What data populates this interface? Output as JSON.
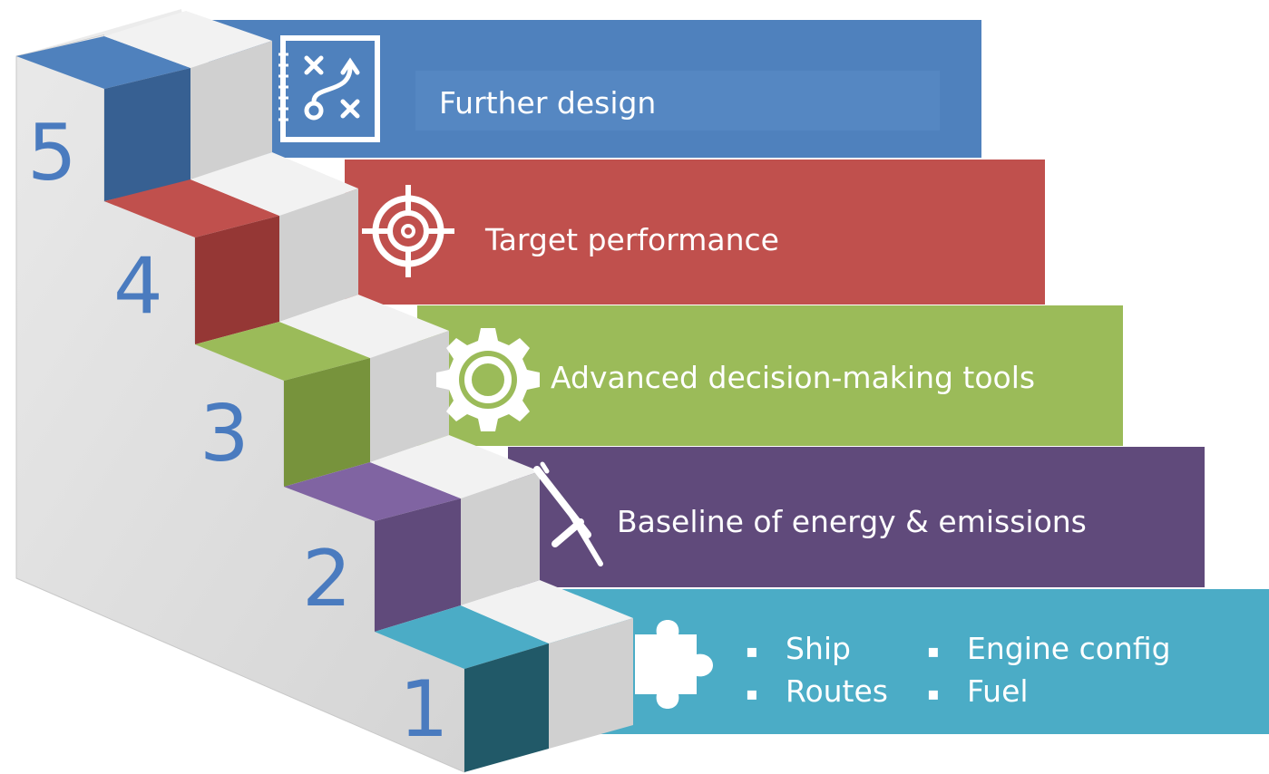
{
  "steps": [
    {
      "number": "1",
      "bullets": [
        "Ship",
        "Routes",
        "Engine config",
        "Fuel"
      ],
      "icon": "puzzle-icon",
      "color": "#4bacc6",
      "riser_color": "#215968"
    },
    {
      "number": "2",
      "label": "Baseline of energy & emissions",
      "icon": "pickaxe-icon",
      "color": "#604a7b",
      "riser_color": "#604a7b"
    },
    {
      "number": "3",
      "label": "Advanced decision-making tools",
      "icon": "gear-icon",
      "color": "#9bbb59",
      "riser_color": "#77933c"
    },
    {
      "number": "4",
      "label": "Target performance",
      "icon": "target-icon",
      "color": "#c0504d",
      "riser_color": "#953735"
    },
    {
      "number": "5",
      "label": "Further design",
      "icon": "strategy-plan-icon",
      "color": "#4f81bd",
      "riser_color": "#376092"
    }
  ],
  "bullet_glyph": "▪"
}
